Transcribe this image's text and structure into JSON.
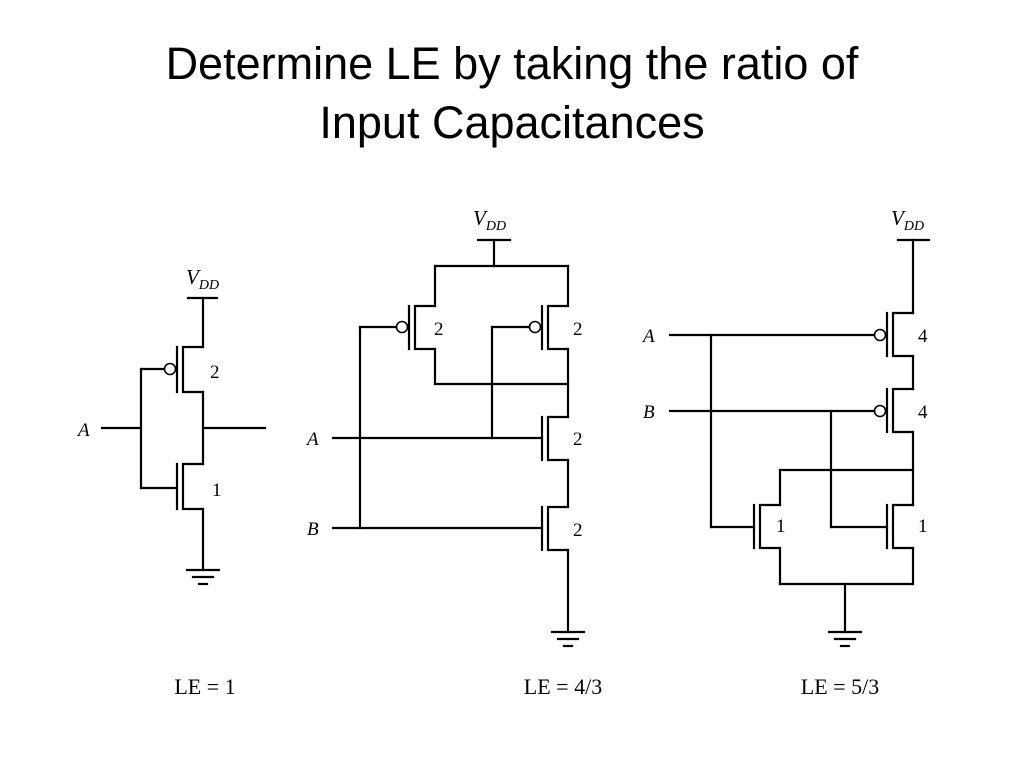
{
  "title": {
    "line1": "Determine LE by taking the ratio of",
    "line2": "Input Capacitances"
  },
  "supply_label": "V",
  "supply_subscript": "DD",
  "inverter": {
    "input_label": "A",
    "pmos_width": "2",
    "nmos_width": "1",
    "le_label": "LE = 1"
  },
  "nand2": {
    "input_a_label": "A",
    "input_b_label": "B",
    "pmos_a_width": "2",
    "pmos_b_width": "2",
    "nmos_a_width": "2",
    "nmos_b_width": "2",
    "le_label": "LE = 4/3"
  },
  "nor2": {
    "input_a_label": "A",
    "input_b_label": "B",
    "pmos_a_width": "4",
    "pmos_b_width": "4",
    "nmos_a_width": "1",
    "nmos_b_width": "1",
    "le_label": "LE = 5/3"
  }
}
